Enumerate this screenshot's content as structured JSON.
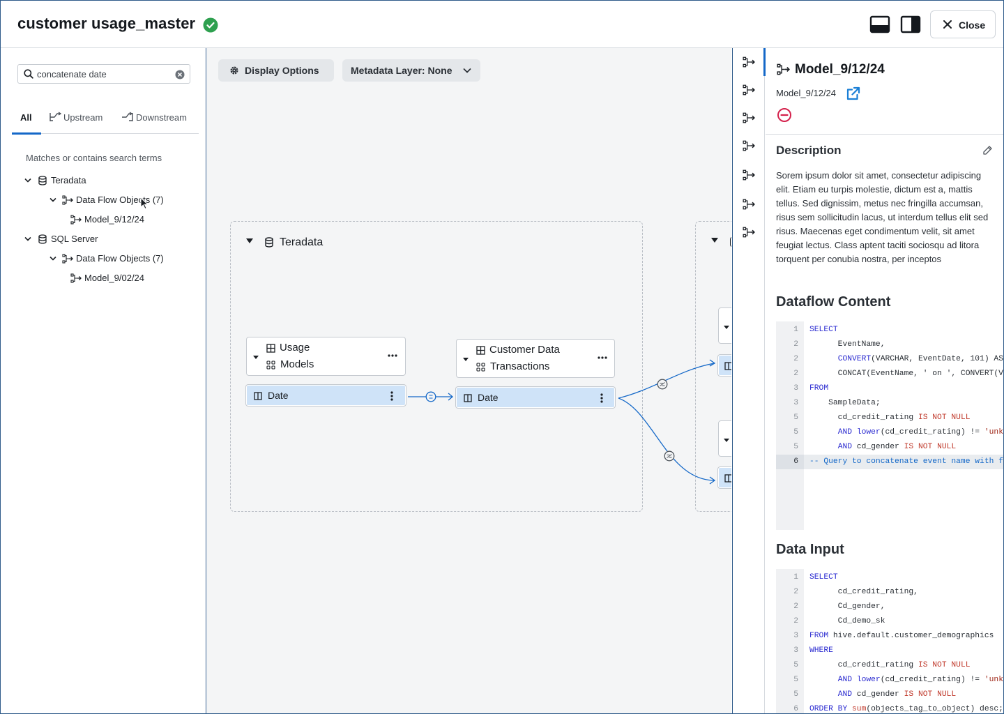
{
  "header": {
    "title": "customer usage_master",
    "close_label": "Close"
  },
  "left": {
    "search_value": "concatenate date",
    "tabs": [
      "All",
      "Upstream",
      "Downstream"
    ],
    "section_label": "Matches or contains search terms",
    "tree": {
      "db1": "Teradata",
      "db1_group": "Data Flow Objects (7)",
      "db1_model": "Model_9/12/24",
      "db2": "SQL Server",
      "db2_group": "Data Flow Objects (7)",
      "db2_model": "Model_9/02/24"
    }
  },
  "canvas": {
    "display_options": "Display Options",
    "metadata_layer": "Metadata Layer: None",
    "group_label": "Teradata",
    "node1": {
      "title_line1": "Usage",
      "title_line2": "Models",
      "column": "Date"
    },
    "node2": {
      "title_line1": "Customer Data",
      "title_line2": "Transactions",
      "column": "Date"
    }
  },
  "right": {
    "title": "Model_9/12/24",
    "subtitle": "Model_9/12/24",
    "description_heading": "Description",
    "description": "Sorem ipsum dolor sit amet, consectetur adipiscing elit. Etiam eu turpis molestie, dictum est a, mattis tellus. Sed dignissim, metus nec fringilla accumsan, risus sem sollicitudin lacus, ut interdum tellus elit sed risus. Maecenas eget condimentum velit, sit amet feugiat lectus. Class aptent taciti sociosqu ad litora torquent per conubia nostra, per inceptos",
    "dataflow_heading": "Dataflow Content",
    "dataflow_lines": [
      {
        "n": "1",
        "parts": [
          [
            "kw",
            "SELECT"
          ]
        ]
      },
      {
        "n": "2",
        "parts": [
          [
            "",
            "      EventName,"
          ]
        ]
      },
      {
        "n": "2",
        "parts": [
          [
            "",
            "      "
          ],
          [
            "kw",
            "CONVERT"
          ],
          [
            "",
            "(VARCHAR, EventDate, 101) AS"
          ]
        ]
      },
      {
        "n": "2",
        "parts": [
          [
            "",
            "      CONCAT(EventName, ' on ', CONVERT(V"
          ]
        ]
      },
      {
        "n": "3",
        "parts": [
          [
            "kw",
            "FROM"
          ]
        ]
      },
      {
        "n": "3",
        "parts": [
          [
            "",
            "    SampleData;"
          ]
        ]
      },
      {
        "n": "5",
        "parts": [
          [
            "",
            "      cd_credit_rating "
          ],
          [
            "nul",
            "IS NOT NULL"
          ]
        ]
      },
      {
        "n": "5",
        "parts": [
          [
            "",
            "      "
          ],
          [
            "kw",
            "AND"
          ],
          [
            "",
            " "
          ],
          [
            "kw",
            "lower"
          ],
          [
            "",
            "(cd_credit_rating) != "
          ],
          [
            "str",
            "'unk"
          ]
        ]
      },
      {
        "n": "5",
        "parts": [
          [
            "",
            "      "
          ],
          [
            "kw",
            "AND"
          ],
          [
            "",
            " cd_gender "
          ],
          [
            "nul",
            "IS NOT NULL"
          ]
        ]
      },
      {
        "n": "6",
        "parts": [
          [
            "cm",
            "-- Query to concatenate event name with fo"
          ]
        ],
        "highlight": true
      }
    ],
    "input_heading": "Data Input",
    "input_lines": [
      {
        "n": "1",
        "parts": [
          [
            "kw",
            "SELECT"
          ]
        ]
      },
      {
        "n": "2",
        "parts": [
          [
            "",
            "      cd_credit_rating,"
          ]
        ]
      },
      {
        "n": "2",
        "parts": [
          [
            "",
            "      Cd_gender,"
          ]
        ]
      },
      {
        "n": "2",
        "parts": [
          [
            "",
            "      Cd_demo_sk"
          ]
        ]
      },
      {
        "n": "3",
        "parts": [
          [
            "kw",
            "FROM"
          ],
          [
            "",
            " hive.default.customer_demographics"
          ]
        ]
      },
      {
        "n": "3",
        "parts": [
          [
            "kw",
            "WHERE"
          ]
        ]
      },
      {
        "n": "5",
        "parts": [
          [
            "",
            "      cd_credit_rating "
          ],
          [
            "nul",
            "IS NOT NULL"
          ]
        ]
      },
      {
        "n": "5",
        "parts": [
          [
            "",
            "      "
          ],
          [
            "kw",
            "AND"
          ],
          [
            "",
            " "
          ],
          [
            "kw",
            "lower"
          ],
          [
            "",
            "(cd_credit_rating) != "
          ],
          [
            "str",
            "'unk"
          ]
        ]
      },
      {
        "n": "5",
        "parts": [
          [
            "",
            "      "
          ],
          [
            "kw",
            "AND"
          ],
          [
            "",
            " cd_gender "
          ],
          [
            "nul",
            "IS NOT NULL"
          ]
        ]
      },
      {
        "n": "6",
        "parts": [
          [
            "kw",
            "ORDER BY"
          ],
          [
            "",
            " "
          ],
          [
            "nul",
            "sum"
          ],
          [
            "",
            "(objects_tag_to_object) desc;"
          ]
        ]
      }
    ]
  }
}
